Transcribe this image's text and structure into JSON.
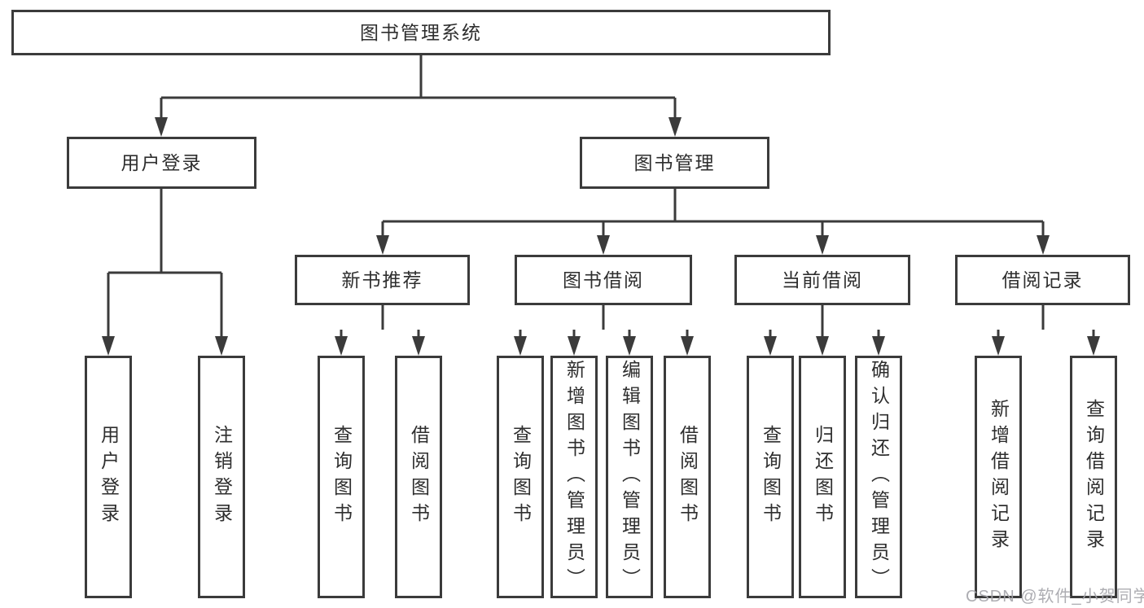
{
  "diagram_title": "图书管理系统",
  "tree": {
    "label": "图书管理系统",
    "children": [
      {
        "label": "用户登录",
        "children": [
          {
            "label": "用户登录"
          },
          {
            "label": "注销登录"
          }
        ]
      },
      {
        "label": "图书管理",
        "children": [
          {
            "label": "新书推荐",
            "children": [
              {
                "label": "查询图书"
              },
              {
                "label": "借阅图书"
              }
            ]
          },
          {
            "label": "图书借阅",
            "children": [
              {
                "label": "查询图书"
              },
              {
                "label": "新增图书（管理员）"
              },
              {
                "label": "编辑图书（管理员）"
              },
              {
                "label": "借阅图书"
              }
            ]
          },
          {
            "label": "当前借阅",
            "children": [
              {
                "label": "查询图书"
              },
              {
                "label": "归还图书"
              },
              {
                "label": "确认归还（管理员）"
              }
            ]
          },
          {
            "label": "借阅记录",
            "children": [
              {
                "label": "新增借阅记录"
              },
              {
                "label": "查询借阅记录"
              }
            ]
          }
        ]
      }
    ]
  },
  "watermark": {
    "text": "CSDN @软件_小贺同学"
  },
  "colors": {
    "line": "#3b3b3b",
    "box_border": "#3b3b3b",
    "text": "#2e2e2e",
    "watermark": "#a4a4aa",
    "background": "#ffffff"
  }
}
